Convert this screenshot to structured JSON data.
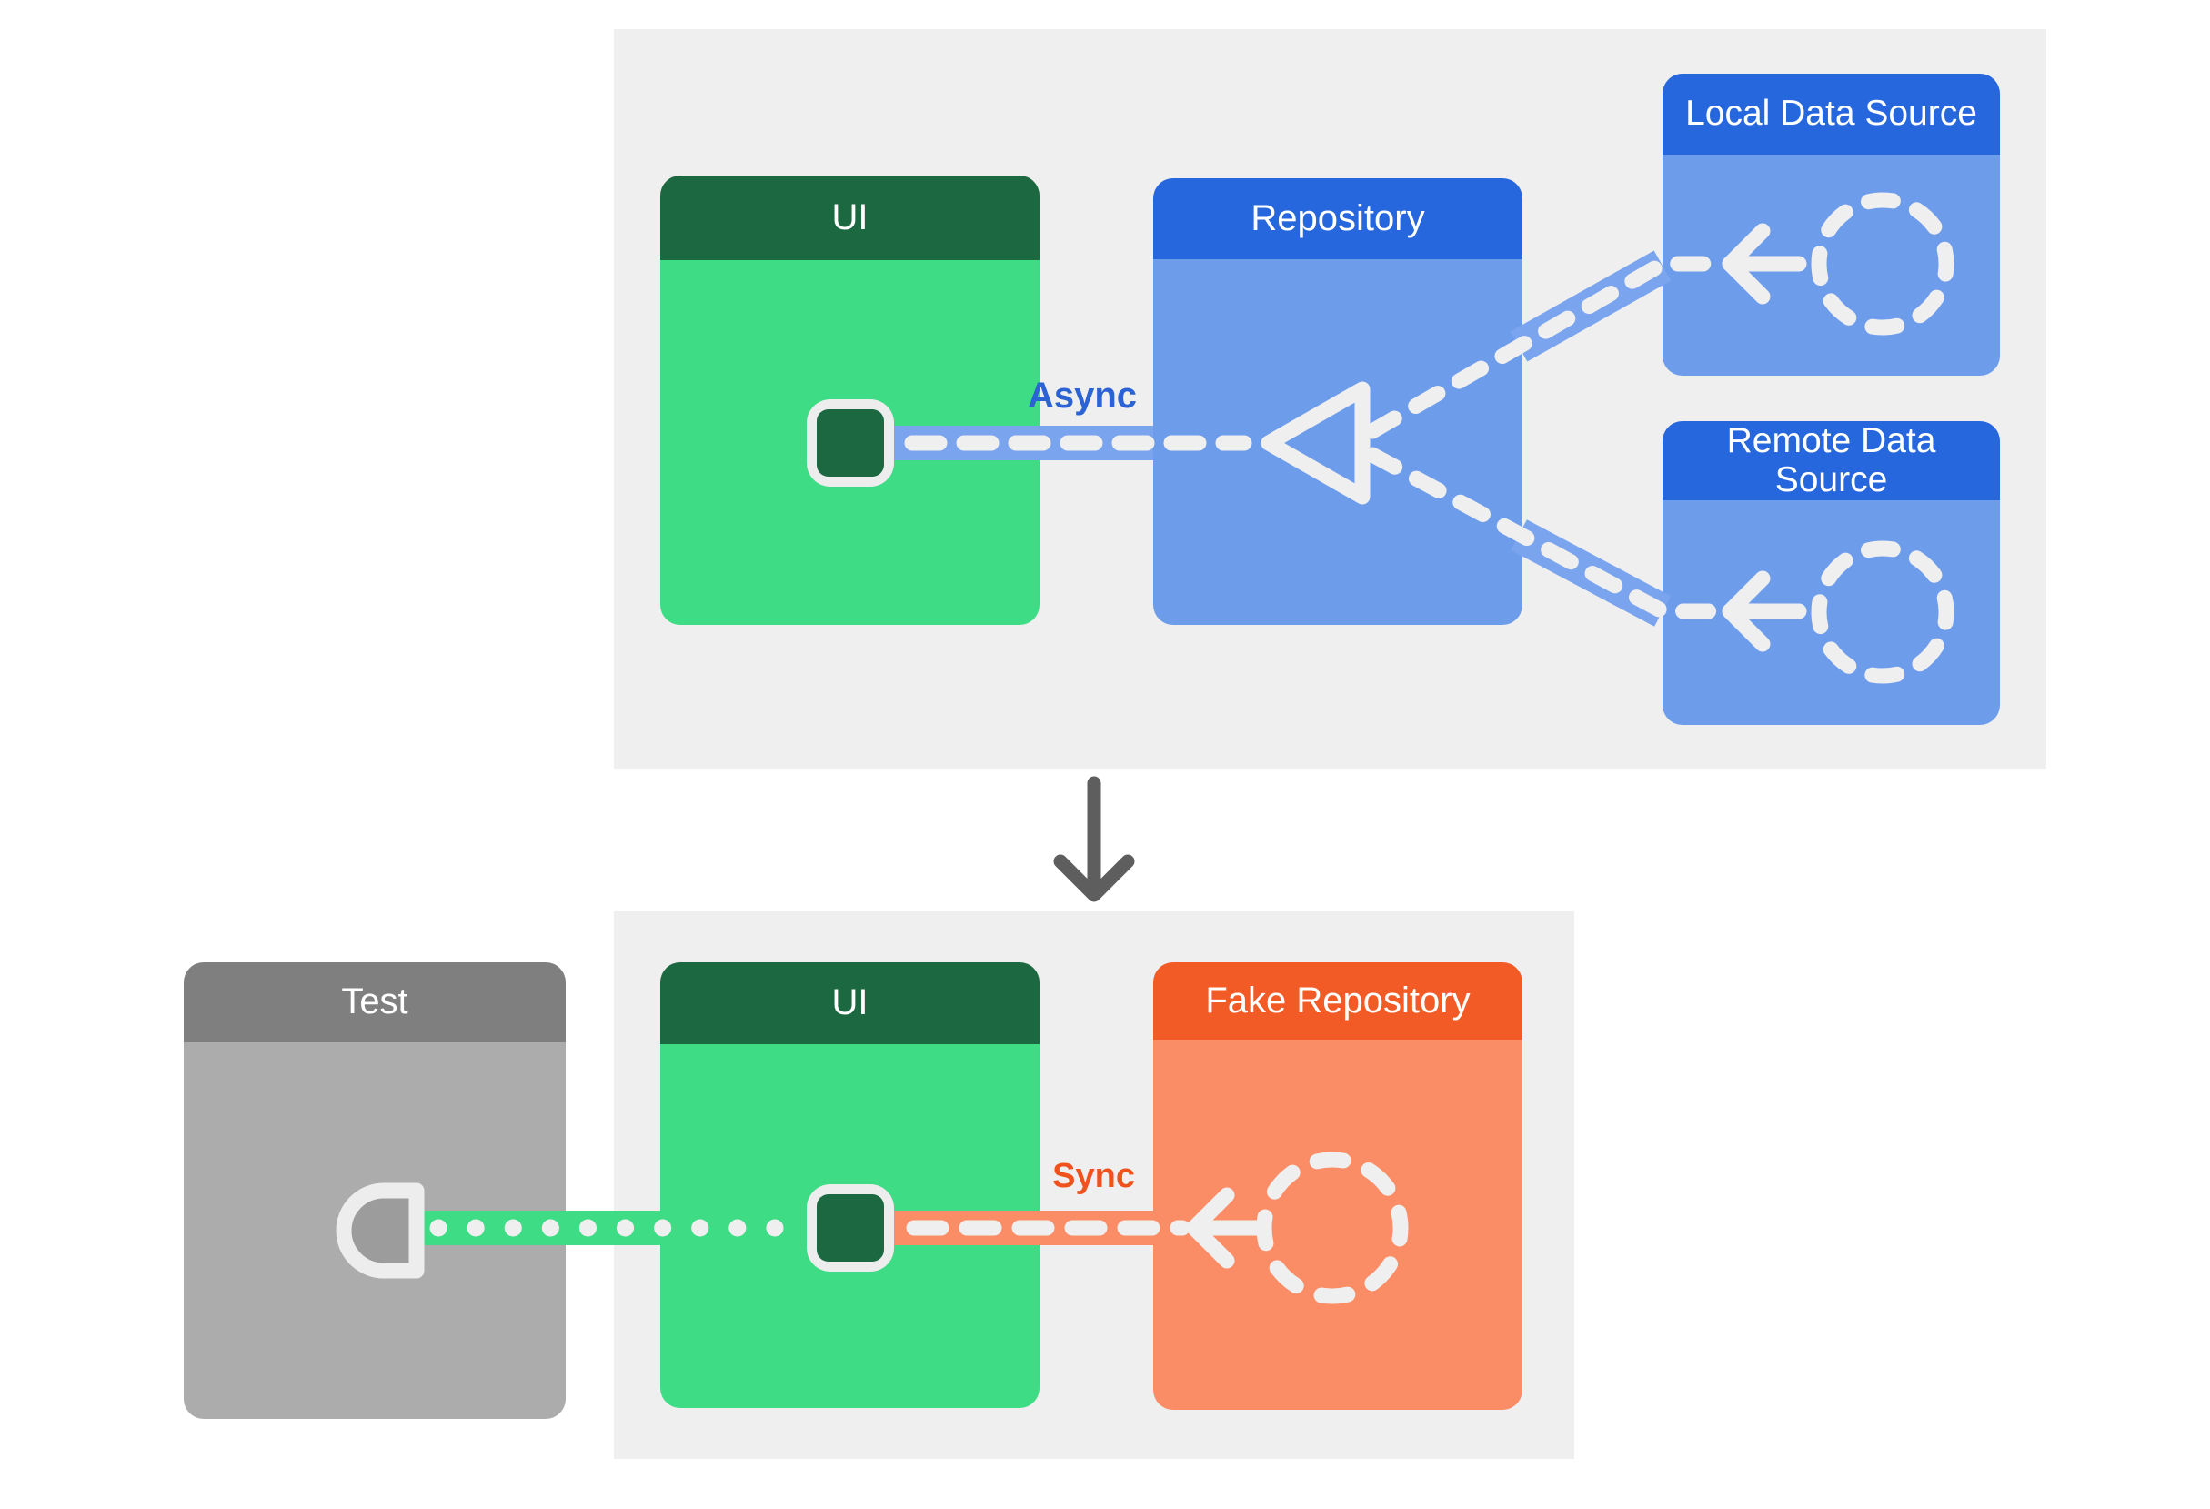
{
  "top_flow": {
    "ui": {
      "title": "UI"
    },
    "repository": {
      "title": "Repository"
    },
    "local_data_source": {
      "title": "Local Data Source"
    },
    "remote_data_source": {
      "title": "Remote Data Source"
    },
    "async_label": "Async"
  },
  "bottom_flow": {
    "test": {
      "title": "Test"
    },
    "ui": {
      "title": "UI"
    },
    "fake_repository": {
      "title": "Fake Repository"
    },
    "sync_label": "Sync"
  },
  "colors": {
    "page-bg": "#ffffff",
    "panel-bg": "#efefef",
    "green-dark": "#1c6840",
    "green": "#3edc84",
    "blue-dark": "#2767dd",
    "blue": "#6d9ceb",
    "blue-band": "#7aa4ee",
    "orange-dark": "#f25b26",
    "orange": "#fa8c66",
    "gray-dark": "#7f7f7f",
    "gray": "#acacac",
    "gray-fill": "#9c9c9c",
    "dash": "#efefef",
    "square-border": "#ededed",
    "async-label": "#2b63d4",
    "sync-label": "#f0521e",
    "arrow-gray": "#5e5e5e"
  }
}
